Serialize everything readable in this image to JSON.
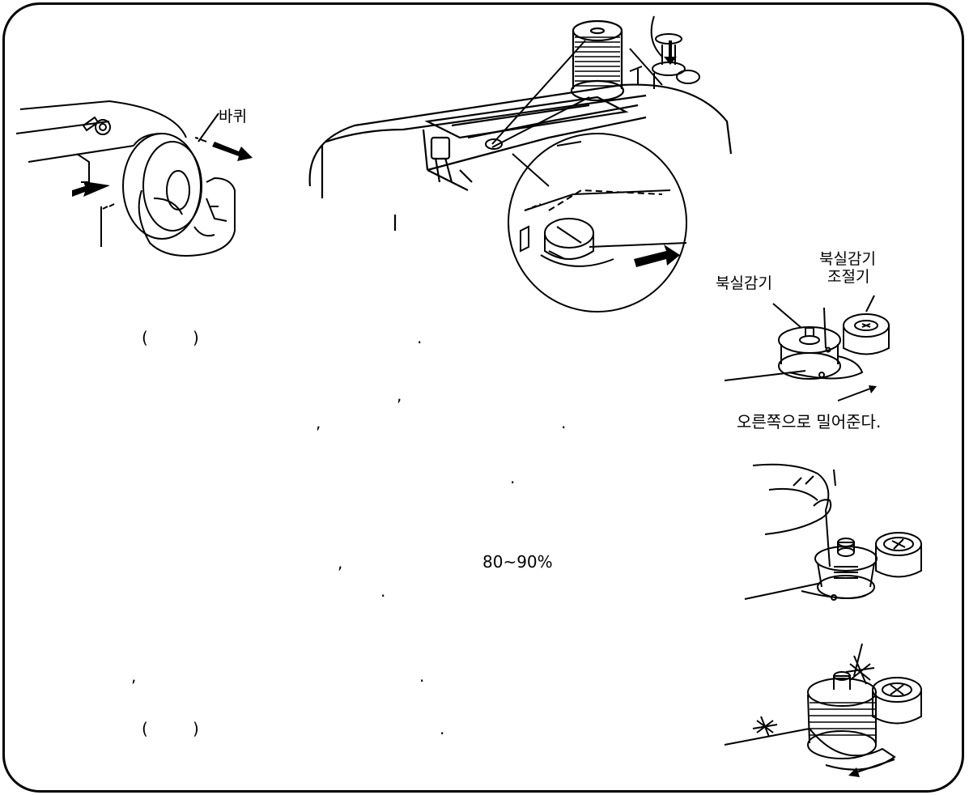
{
  "figure1": {
    "label_wheel": "바퀴"
  },
  "figure_bobbin": {
    "label_adjuster_line1": "북실감기",
    "label_adjuster_line2": "조절기",
    "label_winder": "북실감기",
    "caption_push_right": "오른쪽으로 밀어준다."
  },
  "body_text": {
    "line1_paren_open": "(",
    "line1_paren_close": ")",
    "line1_period": ".",
    "line2_comma": ",",
    "line3_comma": ",",
    "line3_period": ".",
    "line4_period": ".",
    "line5_comma": ",",
    "line5_percent": "80~90%",
    "line6_period": ".",
    "line7_comma": ",",
    "line7_period": ".",
    "line8_paren_open": "(",
    "line8_paren_close": ")",
    "line8_period": "."
  }
}
